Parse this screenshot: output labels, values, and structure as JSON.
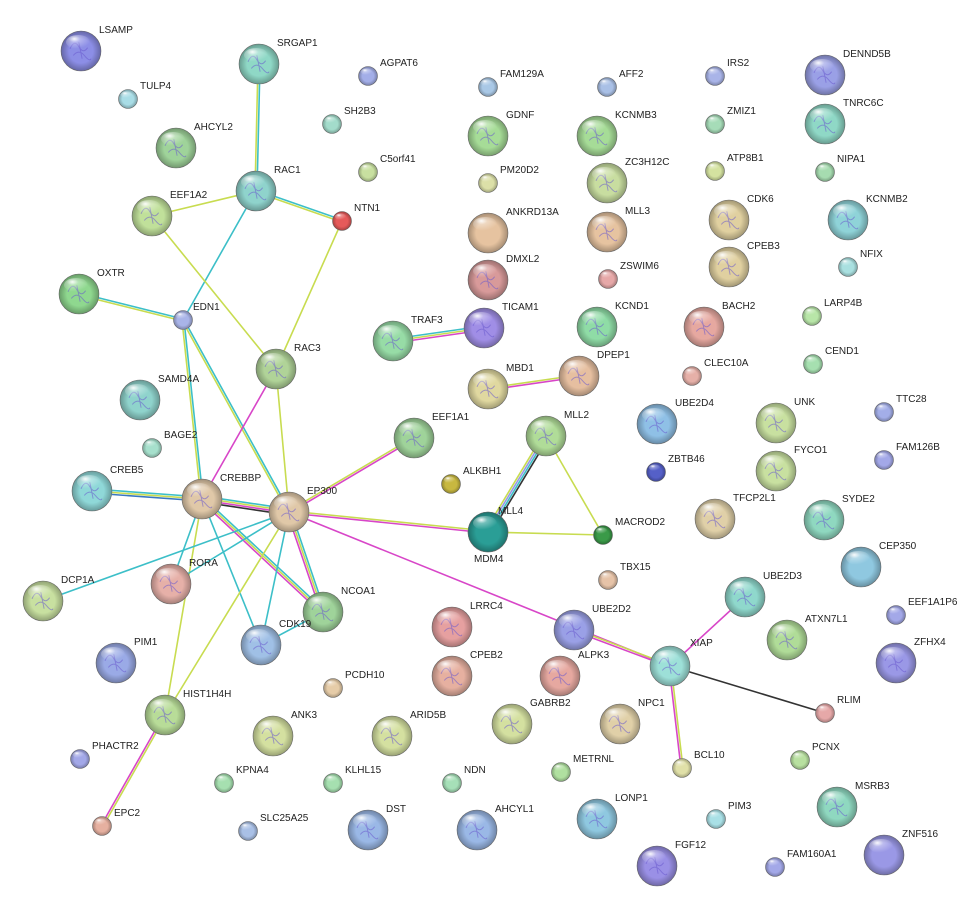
{
  "nodes": [
    {
      "id": "LSAMP",
      "label": "LSAMP",
      "color": "#8c8ee6",
      "size": "l",
      "structure": true
    },
    {
      "id": "TULP4",
      "label": "TULP4",
      "color": "#a9dde6",
      "size": "s",
      "structure": false
    },
    {
      "id": "SRGAP1",
      "label": "SRGAP1",
      "color": "#8fd8c6",
      "size": "l",
      "structure": true
    },
    {
      "id": "AGPAT6",
      "label": "AGPAT6",
      "color": "#a3aee8",
      "size": "s",
      "structure": false
    },
    {
      "id": "FAM129A",
      "label": "FAM129A",
      "color": "#a9c8e6",
      "size": "s",
      "structure": false
    },
    {
      "id": "AFF2",
      "label": "AFF2",
      "color": "#a9c0e6",
      "size": "s",
      "structure": false
    },
    {
      "id": "IRS2",
      "label": "IRS2",
      "color": "#a9b4e8",
      "size": "s",
      "structure": false
    },
    {
      "id": "DENND5B",
      "label": "DENND5B",
      "color": "#9aa0e6",
      "size": "l",
      "structure": true
    },
    {
      "id": "SH2B3",
      "label": "SH2B3",
      "color": "#a3dccb",
      "size": "s",
      "structure": false
    },
    {
      "id": "AHCYL2",
      "label": "AHCYL2",
      "color": "#9fd39a",
      "size": "l",
      "structure": true
    },
    {
      "id": "GDNF",
      "label": "GDNF",
      "color": "#a6dc97",
      "size": "l",
      "structure": true
    },
    {
      "id": "KCNMB3",
      "label": "KCNMB3",
      "color": "#a6dc97",
      "size": "l",
      "structure": true
    },
    {
      "id": "ZMIZ1",
      "label": "ZMIZ1",
      "color": "#a6dcb8",
      "size": "s",
      "structure": false
    },
    {
      "id": "TNRC6C",
      "label": "TNRC6C",
      "color": "#8fd8c6",
      "size": "l",
      "structure": true
    },
    {
      "id": "C5orf41",
      "label": "C5orf41",
      "color": "#c8e0a0",
      "size": "s",
      "structure": false
    },
    {
      "id": "RAC1",
      "label": "RAC1",
      "color": "#8fd3cc",
      "size": "l",
      "structure": true
    },
    {
      "id": "PM20D2",
      "label": "PM20D2",
      "color": "#dce0a8",
      "size": "s",
      "structure": false
    },
    {
      "id": "ZC3H12C",
      "label": "ZC3H12C",
      "color": "#c8dda0",
      "size": "l",
      "structure": true
    },
    {
      "id": "ATP8B1",
      "label": "ATP8B1",
      "color": "#d4e2a0",
      "size": "s",
      "structure": false
    },
    {
      "id": "NIPA1",
      "label": "NIPA1",
      "color": "#a6dcb0",
      "size": "s",
      "structure": false
    },
    {
      "id": "EEF1A2",
      "label": "EEF1A2",
      "color": "#c0e09a",
      "size": "l",
      "structure": true
    },
    {
      "id": "NTN1",
      "label": "NTN1",
      "color": "#e65a5a",
      "size": "s",
      "structure": false
    },
    {
      "id": "ANKRD13A",
      "label": "ANKRD13A",
      "color": "#e6c3a0",
      "size": "l",
      "structure": false
    },
    {
      "id": "MLL3",
      "label": "MLL3",
      "color": "#e6c3a0",
      "size": "l",
      "structure": true
    },
    {
      "id": "CDK6",
      "label": "CDK6",
      "color": "#e0d0a0",
      "size": "l",
      "structure": true
    },
    {
      "id": "KCNMB2",
      "label": "KCNMB2",
      "color": "#8fd3d8",
      "size": "l",
      "structure": true
    },
    {
      "id": "DMXL2",
      "label": "DMXL2",
      "color": "#d89a9a",
      "size": "l",
      "structure": true
    },
    {
      "id": "ZSWIM6",
      "label": "ZSWIM6",
      "color": "#e6a8a8",
      "size": "s",
      "structure": false
    },
    {
      "id": "CPEB3",
      "label": "CPEB3",
      "color": "#e0d0a0",
      "size": "l",
      "structure": true
    },
    {
      "id": "NFIX",
      "label": "NFIX",
      "color": "#a9e0e0",
      "size": "s",
      "structure": false
    },
    {
      "id": "OXTR",
      "label": "OXTR",
      "color": "#8fd88f",
      "size": "l",
      "structure": true
    },
    {
      "id": "TRAF3",
      "label": "TRAF3",
      "color": "#97dca6",
      "size": "l",
      "structure": true
    },
    {
      "id": "TICAM1",
      "label": "TICAM1",
      "color": "#a08ee6",
      "size": "l",
      "structure": true
    },
    {
      "id": "KCND1",
      "label": "KCND1",
      "color": "#8fdca6",
      "size": "l",
      "structure": true
    },
    {
      "id": "BACH2",
      "label": "BACH2",
      "color": "#e6a8a0",
      "size": "l",
      "structure": true
    },
    {
      "id": "LARP4B",
      "label": "LARP4B",
      "color": "#b8e6a8",
      "size": "s",
      "structure": false
    },
    {
      "id": "EDN1",
      "label": "EDN1",
      "color": "#a9b4e8",
      "size": "s",
      "structure": false
    },
    {
      "id": "RAC3",
      "label": "RAC3",
      "color": "#b0d398",
      "size": "l",
      "structure": true
    },
    {
      "id": "CLEC10A",
      "label": "CLEC10A",
      "color": "#e6b0a8",
      "size": "s",
      "structure": false
    },
    {
      "id": "CEND1",
      "label": "CEND1",
      "color": "#a6e0b0",
      "size": "s",
      "structure": false
    },
    {
      "id": "MBD1",
      "label": "MBD1",
      "color": "#e0d8a0",
      "size": "l",
      "structure": true
    },
    {
      "id": "DPEP1",
      "label": "DPEP1",
      "color": "#e6bfa0",
      "size": "l",
      "structure": true
    },
    {
      "id": "SAMD4A",
      "label": "SAMD4A",
      "color": "#8fd3cc",
      "size": "l",
      "structure": true
    },
    {
      "id": "UBE2D4",
      "label": "UBE2D4",
      "color": "#8fc0e6",
      "size": "l",
      "structure": true
    },
    {
      "id": "UNK",
      "label": "UNK",
      "color": "#c8e0a0",
      "size": "l",
      "structure": true
    },
    {
      "id": "TTC28",
      "label": "TTC28",
      "color": "#a3aee8",
      "size": "s",
      "structure": false
    },
    {
      "id": "EEF1A1",
      "label": "EEF1A1",
      "color": "#9fd39a",
      "size": "l",
      "structure": true
    },
    {
      "id": "MLL2",
      "label": "MLL2",
      "color": "#b0dc98",
      "size": "l",
      "structure": true
    },
    {
      "id": "BAGE2",
      "label": "BAGE2",
      "color": "#a6e0cc",
      "size": "s",
      "structure": false
    },
    {
      "id": "ZBTB46",
      "label": "ZBTB46",
      "color": "#5560c8",
      "size": "s",
      "structure": false
    },
    {
      "id": "FYCO1",
      "label": "FYCO1",
      "color": "#c8e0a0",
      "size": "l",
      "structure": true
    },
    {
      "id": "FAM126B",
      "label": "FAM126B",
      "color": "#a3a8e8",
      "size": "s",
      "structure": false
    },
    {
      "id": "CREB5",
      "label": "CREB5",
      "color": "#8fd8d8",
      "size": "l",
      "structure": true
    },
    {
      "id": "CREBBP",
      "label": "CREBBP",
      "color": "#e0c8a8",
      "size": "l",
      "structure": true
    },
    {
      "id": "EP300",
      "label": "EP300",
      "color": "#e0c8a8",
      "size": "l",
      "structure": true
    },
    {
      "id": "ALKBH1",
      "label": "ALKBH1",
      "color": "#c8b840",
      "size": "s",
      "structure": false
    },
    {
      "id": "TFCP2L1",
      "label": "TFCP2L1",
      "color": "#e0d0a8",
      "size": "l",
      "structure": true
    },
    {
      "id": "SYDE2",
      "label": "SYDE2",
      "color": "#8fd8c0",
      "size": "l",
      "structure": true
    },
    {
      "id": "MLL4",
      "label": "MLL4",
      "color": "#2a9e96",
      "size": "l",
      "structure": false
    },
    {
      "id": "MDM4",
      "label": "MDM4",
      "color": "#2a9e96",
      "size": "l",
      "structure": false
    },
    {
      "id": "MACROD2",
      "label": "MACROD2",
      "color": "#3a9a48",
      "size": "s",
      "structure": false
    },
    {
      "id": "CEP350",
      "label": "CEP350",
      "color": "#8fc8e0",
      "size": "l",
      "structure": false
    },
    {
      "id": "DCP1A",
      "label": "DCP1A",
      "color": "#c8e0a0",
      "size": "l",
      "structure": true
    },
    {
      "id": "RORA",
      "label": "RORA",
      "color": "#e6b0a8",
      "size": "l",
      "structure": true
    },
    {
      "id": "TBX15",
      "label": "TBX15",
      "color": "#e6c3a8",
      "size": "s",
      "structure": false
    },
    {
      "id": "UBE2D3",
      "label": "UBE2D3",
      "color": "#8fd8cc",
      "size": "l",
      "structure": true
    },
    {
      "id": "NCOA1",
      "label": "NCOA1",
      "color": "#9fd39a",
      "size": "l",
      "structure": true
    },
    {
      "id": "EEF1A1P6",
      "label": "EEF1A1P6",
      "color": "#a3a8e8",
      "size": "s",
      "structure": false
    },
    {
      "id": "LRRC4",
      "label": "LRRC4",
      "color": "#e6a0a0",
      "size": "l",
      "structure": true
    },
    {
      "id": "UBE2D2",
      "label": "UBE2D2",
      "color": "#9aa0e6",
      "size": "l",
      "structure": true
    },
    {
      "id": "ATXN7L1",
      "label": "ATXN7L1",
      "color": "#b0dc98",
      "size": "l",
      "structure": true
    },
    {
      "id": "ZFHX4",
      "label": "ZFHX4",
      "color": "#9a98e6",
      "size": "l",
      "structure": true
    },
    {
      "id": "PIM1",
      "label": "PIM1",
      "color": "#9aaae6",
      "size": "l",
      "structure": true
    },
    {
      "id": "CDK19",
      "label": "CDK19",
      "color": "#a0c0e6",
      "size": "l",
      "structure": true
    },
    {
      "id": "XIAP",
      "label": "XIAP",
      "color": "#9de0d8",
      "size": "l",
      "structure": true
    },
    {
      "id": "CPEB2",
      "label": "CPEB2",
      "color": "#e6b0a0",
      "size": "l",
      "structure": true
    },
    {
      "id": "ALPK3",
      "label": "ALPK3",
      "color": "#e6a8a0",
      "size": "l",
      "structure": true
    },
    {
      "id": "PCDH10",
      "label": "PCDH10",
      "color": "#e6cca8",
      "size": "s",
      "structure": false
    },
    {
      "id": "RLIM",
      "label": "RLIM",
      "color": "#e6a8a8",
      "size": "s",
      "structure": false
    },
    {
      "id": "HIST1H4H",
      "label": "HIST1H4H",
      "color": "#b8dc98",
      "size": "l",
      "structure": true
    },
    {
      "id": "ANK3",
      "label": "ANK3",
      "color": "#d4e0a0",
      "size": "l",
      "structure": true
    },
    {
      "id": "ARID5B",
      "label": "ARID5B",
      "color": "#d4e0a0",
      "size": "l",
      "structure": true
    },
    {
      "id": "GABRB2",
      "label": "GABRB2",
      "color": "#d4e0a0",
      "size": "l",
      "structure": true
    },
    {
      "id": "NPC1",
      "label": "NPC1",
      "color": "#e0d0a8",
      "size": "l",
      "structure": true
    },
    {
      "id": "PHACTR2",
      "label": "PHACTR2",
      "color": "#a3a8e8",
      "size": "s",
      "structure": false
    },
    {
      "id": "BCL10",
      "label": "BCL10",
      "color": "#e0e0a8",
      "size": "s",
      "structure": false
    },
    {
      "id": "PCNX",
      "label": "PCNX",
      "color": "#b8e0a0",
      "size": "s",
      "structure": false
    },
    {
      "id": "KPNA4",
      "label": "KPNA4",
      "color": "#a6e0b0",
      "size": "s",
      "structure": false
    },
    {
      "id": "KLHL15",
      "label": "KLHL15",
      "color": "#a6e0b0",
      "size": "s",
      "structure": false
    },
    {
      "id": "NDN",
      "label": "NDN",
      "color": "#a6e0b8",
      "size": "s",
      "structure": false
    },
    {
      "id": "METRNL",
      "label": "METRNL",
      "color": "#b0e0a0",
      "size": "s",
      "structure": false
    },
    {
      "id": "MSRB3",
      "label": "MSRB3",
      "color": "#8fd8c0",
      "size": "l",
      "structure": true
    },
    {
      "id": "EPC2",
      "label": "EPC2",
      "color": "#e6b0a0",
      "size": "s",
      "structure": false
    },
    {
      "id": "DST",
      "label": "DST",
      "color": "#9ab8e6",
      "size": "l",
      "structure": true
    },
    {
      "id": "AHCYL1",
      "label": "AHCYL1",
      "color": "#9ab8e6",
      "size": "l",
      "structure": true
    },
    {
      "id": "LONP1",
      "label": "LONP1",
      "color": "#8fc8e0",
      "size": "l",
      "structure": true
    },
    {
      "id": "PIM3",
      "label": "PIM3",
      "color": "#a9e0e6",
      "size": "s",
      "structure": false
    },
    {
      "id": "ZNF516",
      "label": "ZNF516",
      "color": "#9a98e6",
      "size": "l",
      "structure": false
    },
    {
      "id": "SLC25A25",
      "label": "SLC25A25",
      "color": "#a9c0e6",
      "size": "s",
      "structure": false
    },
    {
      "id": "FGF12",
      "label": "FGF12",
      "color": "#9a90e6",
      "size": "l",
      "structure": true
    },
    {
      "id": "FAM160A1",
      "label": "FAM160A1",
      "color": "#a3a8e8",
      "size": "s",
      "structure": false
    }
  ],
  "edges": [
    {
      "a": "SRGAP1",
      "b": "RAC1",
      "colors": [
        "#3cbfc8",
        "#c8dc50"
      ]
    },
    {
      "a": "RAC1",
      "b": "EEF1A2",
      "colors": [
        "#c8dc50"
      ]
    },
    {
      "a": "RAC1",
      "b": "NTN1",
      "colors": [
        "#3cbfc8",
        "#c8dc50"
      ]
    },
    {
      "a": "RAC1",
      "b": "EDN1",
      "colors": [
        "#3cbfc8"
      ]
    },
    {
      "a": "NTN1",
      "b": "RAC3",
      "colors": [
        "#c8dc50"
      ]
    },
    {
      "a": "EEF1A2",
      "b": "RAC3",
      "colors": [
        "#c8dc50"
      ]
    },
    {
      "a": "OXTR",
      "b": "EDN1",
      "colors": [
        "#3cbfc8",
        "#c8dc50"
      ]
    },
    {
      "a": "EDN1",
      "b": "CREBBP",
      "colors": [
        "#3cbfc8",
        "#c8dc50"
      ]
    },
    {
      "a": "EDN1",
      "b": "EP300",
      "colors": [
        "#3cbfc8",
        "#c8dc50"
      ]
    },
    {
      "a": "TRAF3",
      "b": "TICAM1",
      "colors": [
        "#3cbfc8",
        "#c8dc50",
        "#d846c8"
      ]
    },
    {
      "a": "MBD1",
      "b": "DPEP1",
      "colors": [
        "#c8dc50",
        "#d846c8"
      ]
    },
    {
      "a": "RAC3",
      "b": "CREBBP",
      "colors": [
        "#d846c8"
      ]
    },
    {
      "a": "RAC3",
      "b": "EP300",
      "colors": [
        "#c8dc50"
      ]
    },
    {
      "a": "EP300",
      "b": "EEF1A1",
      "colors": [
        "#c8dc50",
        "#d846c8"
      ]
    },
    {
      "a": "CREB5",
      "b": "CREBBP",
      "colors": [
        "#3cbfc8",
        "#c8dc50",
        "#3a78c0"
      ]
    },
    {
      "a": "CREBBP",
      "b": "EP300",
      "colors": [
        "#3cbfc8",
        "#c8dc50",
        "#d846c8",
        "#333333"
      ]
    },
    {
      "a": "CREBBP",
      "b": "RORA",
      "colors": [
        "#3cbfc8"
      ]
    },
    {
      "a": "CREBBP",
      "b": "NCOA1",
      "colors": [
        "#3cbfc8",
        "#c8dc50",
        "#d846c8"
      ]
    },
    {
      "a": "CREBBP",
      "b": "CDK19",
      "colors": [
        "#3cbfc8"
      ]
    },
    {
      "a": "CREBBP",
      "b": "HIST1H4H",
      "colors": [
        "#c8dc50"
      ]
    },
    {
      "a": "EP300",
      "b": "RORA",
      "colors": [
        "#3cbfc8"
      ]
    },
    {
      "a": "EP300",
      "b": "NCOA1",
      "colors": [
        "#3cbfc8",
        "#c8dc50",
        "#d846c8"
      ]
    },
    {
      "a": "EP300",
      "b": "CDK19",
      "colors": [
        "#3cbfc8"
      ]
    },
    {
      "a": "EP300",
      "b": "HIST1H4H",
      "colors": [
        "#c8dc50"
      ]
    },
    {
      "a": "EP300",
      "b": "MDM4",
      "colors": [
        "#c8dc50",
        "#d846c8"
      ]
    },
    {
      "a": "EP300",
      "b": "XIAP",
      "colors": [
        "#d846c8"
      ]
    },
    {
      "a": "DCP1A",
      "b": "EP300",
      "colors": [
        "#3cbfc8"
      ]
    },
    {
      "a": "CDK19",
      "b": "NCOA1",
      "colors": [
        "#3cbfc8"
      ]
    },
    {
      "a": "MLL2",
      "b": "MLL4",
      "colors": [
        "#333333",
        "#3cbfc8",
        "#9a98e6",
        "#c8dc50"
      ]
    },
    {
      "a": "MLL2",
      "b": "MACROD2",
      "colors": [
        "#c8dc50"
      ]
    },
    {
      "a": "MLL4",
      "b": "MACROD2",
      "colors": [
        "#c8dc50"
      ]
    },
    {
      "a": "UBE2D3",
      "b": "XIAP",
      "colors": [
        "#d846c8"
      ]
    },
    {
      "a": "UBE2D2",
      "b": "XIAP",
      "colors": [
        "#c8dc50",
        "#d846c8"
      ]
    },
    {
      "a": "XIAP",
      "b": "BCL10",
      "colors": [
        "#c8dc50",
        "#d846c8"
      ]
    },
    {
      "a": "XIAP",
      "b": "RLIM",
      "colors": [
        "#333333"
      ]
    },
    {
      "a": "HIST1H4H",
      "b": "EPC2",
      "colors": [
        "#c8dc50",
        "#d846c8"
      ]
    }
  ]
}
